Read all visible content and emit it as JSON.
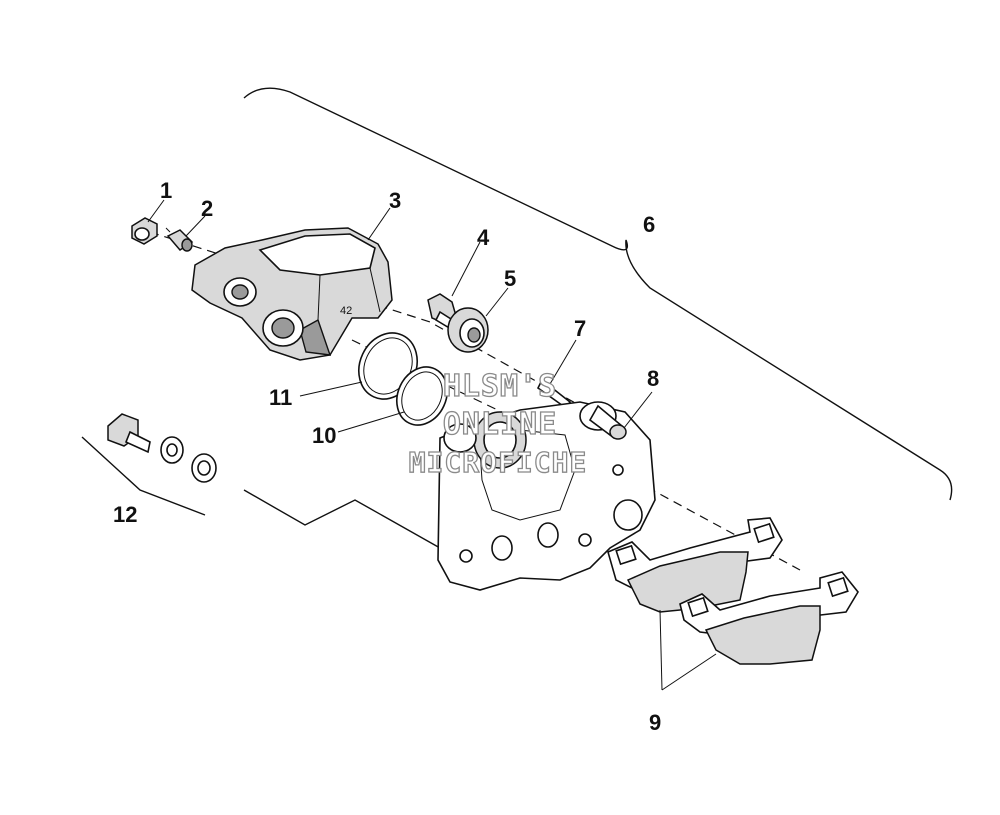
{
  "callouts": [
    {
      "id": "1",
      "label": "1"
    },
    {
      "id": "2",
      "label": "2"
    },
    {
      "id": "3",
      "label": "3"
    },
    {
      "id": "4",
      "label": "4"
    },
    {
      "id": "5",
      "label": "5"
    },
    {
      "id": "6",
      "label": "6"
    },
    {
      "id": "7",
      "label": "7"
    },
    {
      "id": "8",
      "label": "8"
    },
    {
      "id": "9",
      "label": "9"
    },
    {
      "id": "10",
      "label": "10"
    },
    {
      "id": "11",
      "label": "11"
    },
    {
      "id": "12",
      "label": "12"
    }
  ],
  "caliper_marking": "42",
  "watermark": {
    "line1": "HLSM'S",
    "line2": "ONLINE",
    "line3": "MICROFICHE"
  }
}
